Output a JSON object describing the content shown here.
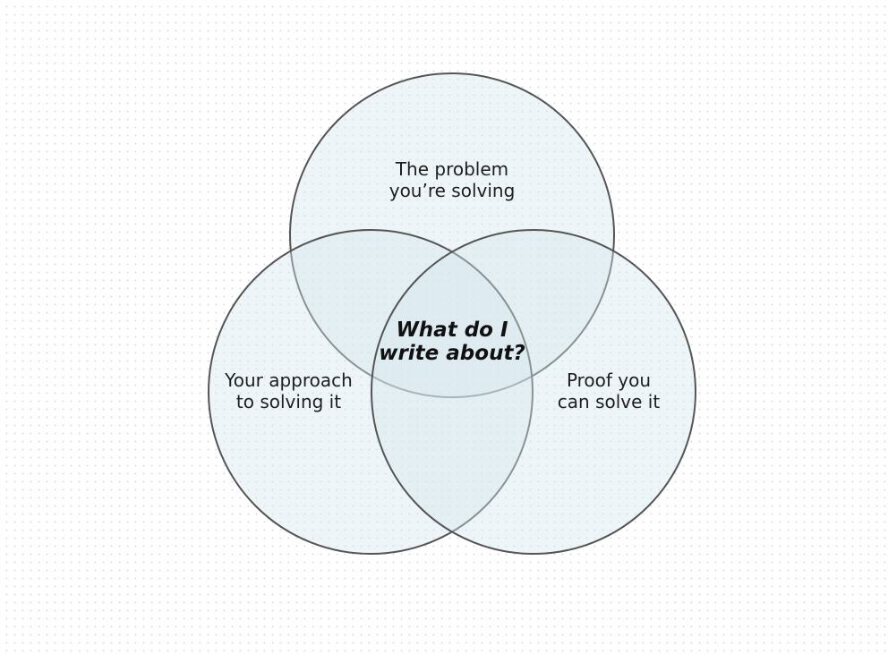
{
  "colors": {
    "circle_fill": "#d6e6ee",
    "circle_stroke": "#555555",
    "text": "#1e1e1e"
  },
  "diagram": {
    "type": "venn",
    "sets": [
      {
        "id": "top",
        "lines": [
          "The problem",
          "you’re solving"
        ]
      },
      {
        "id": "left",
        "lines": [
          "Your approach",
          "to solving it"
        ]
      },
      {
        "id": "right",
        "lines": [
          "Proof you",
          "can solve it"
        ]
      }
    ],
    "center": {
      "lines": [
        "What do I",
        "write about?"
      ]
    }
  }
}
